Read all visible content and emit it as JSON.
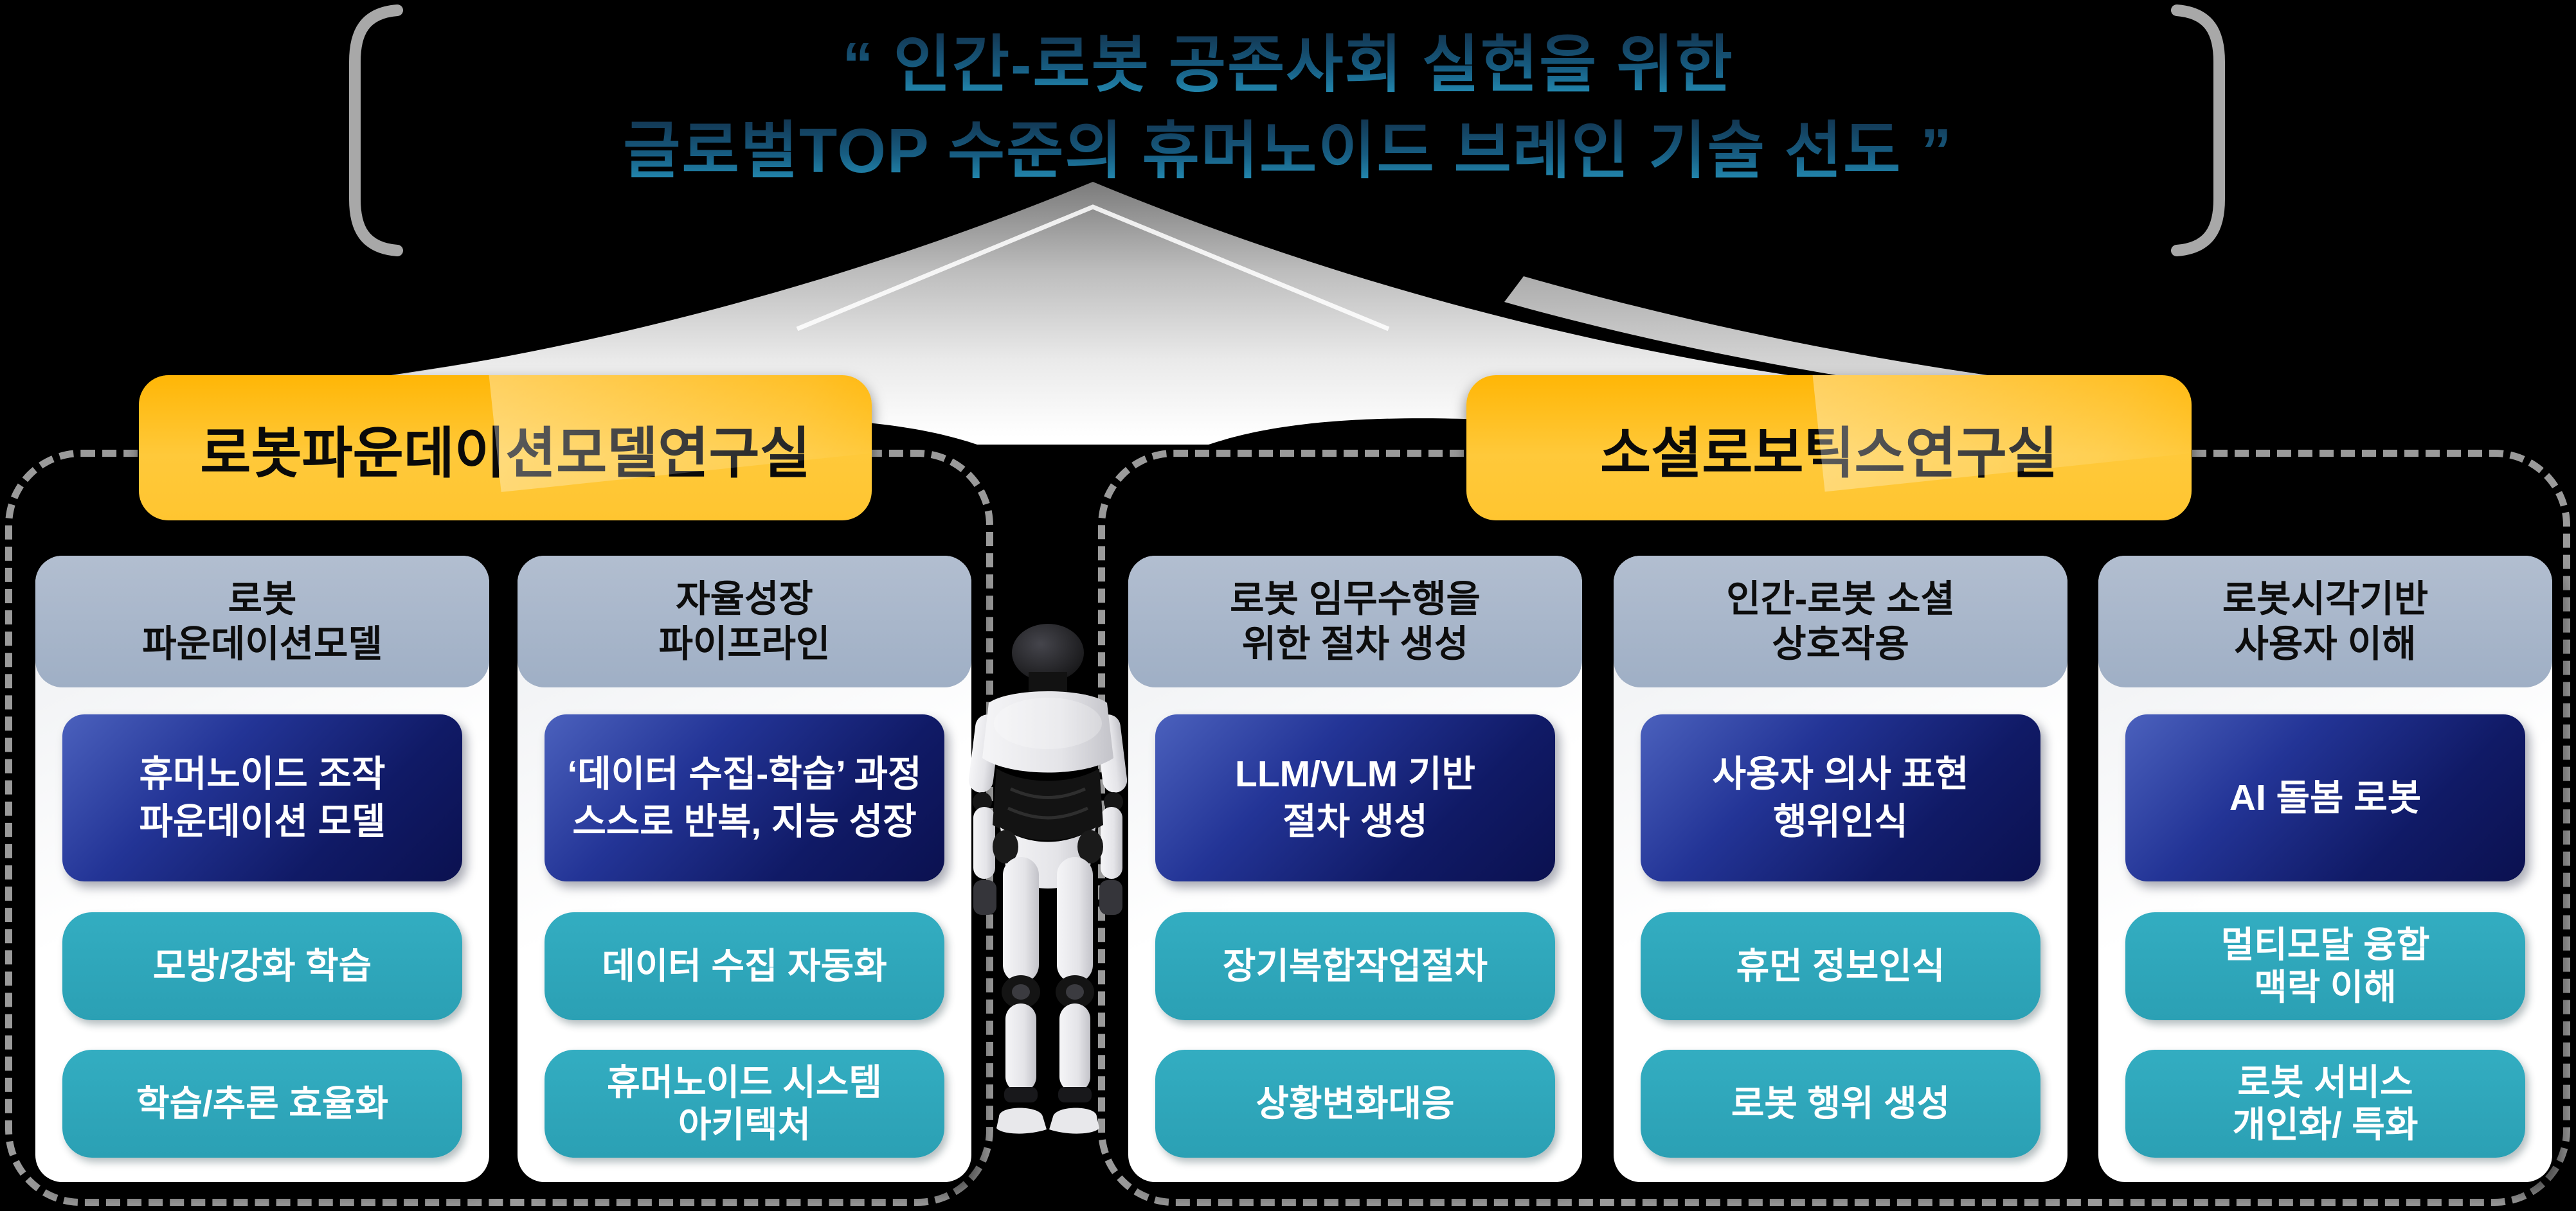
{
  "title": {
    "line1": "“ 인간-로봇 공존사회 실현을 위한",
    "line2": "글로벌TOP 수준의 휴머노이드 브레인 기술 선도 ”"
  },
  "labs": [
    {
      "name": "로봇파운데이션모델연구실",
      "groups": [
        {
          "header": "로봇\n파운데이션모델",
          "highlight": "휴머노이드 조작\n파운데이션 모델",
          "items": [
            "모방/강화 학습",
            "학습/추론 효율화"
          ]
        },
        {
          "header": "자율성장\n파이프라인",
          "highlight": "‘데이터 수집-학습’ 과정\n스스로 반복, 지능 성장",
          "items": [
            "데이터 수집 자동화",
            "휴머노이드 시스템\n아키텍처"
          ]
        }
      ]
    },
    {
      "name": "소셜로보틱스연구실",
      "groups": [
        {
          "header": "로봇 임무수행을\n위한 절차 생성",
          "highlight": "LLM/VLM 기반\n절차 생성",
          "items": [
            "장기복합작업절차",
            "상황변화대응"
          ]
        },
        {
          "header": "인간-로봇 소셜\n상호작용",
          "highlight": "사용자 의사 표현\n행위인식",
          "items": [
            "휴먼 정보인식",
            "로봇 행위 생성"
          ]
        },
        {
          "header": "로봇시각기반\n사용자 이해",
          "highlight": "AI 돌봄 로봇",
          "items": [
            "멀티모달 융합\n맥락 이해",
            "로봇 서비스\n개인화/ 특화"
          ]
        }
      ]
    }
  ],
  "colors": {
    "background": "#000000",
    "accent_yellow": "#ffc21d",
    "panel_dash": "#9a9a9a",
    "group_header_blue_gray": "#a9b7ca",
    "highlight_navy": "#15206e",
    "item_teal": "#2fa8bc",
    "title_gradient_top": "#12334e",
    "title_gradient_bottom": "#2695bd"
  }
}
